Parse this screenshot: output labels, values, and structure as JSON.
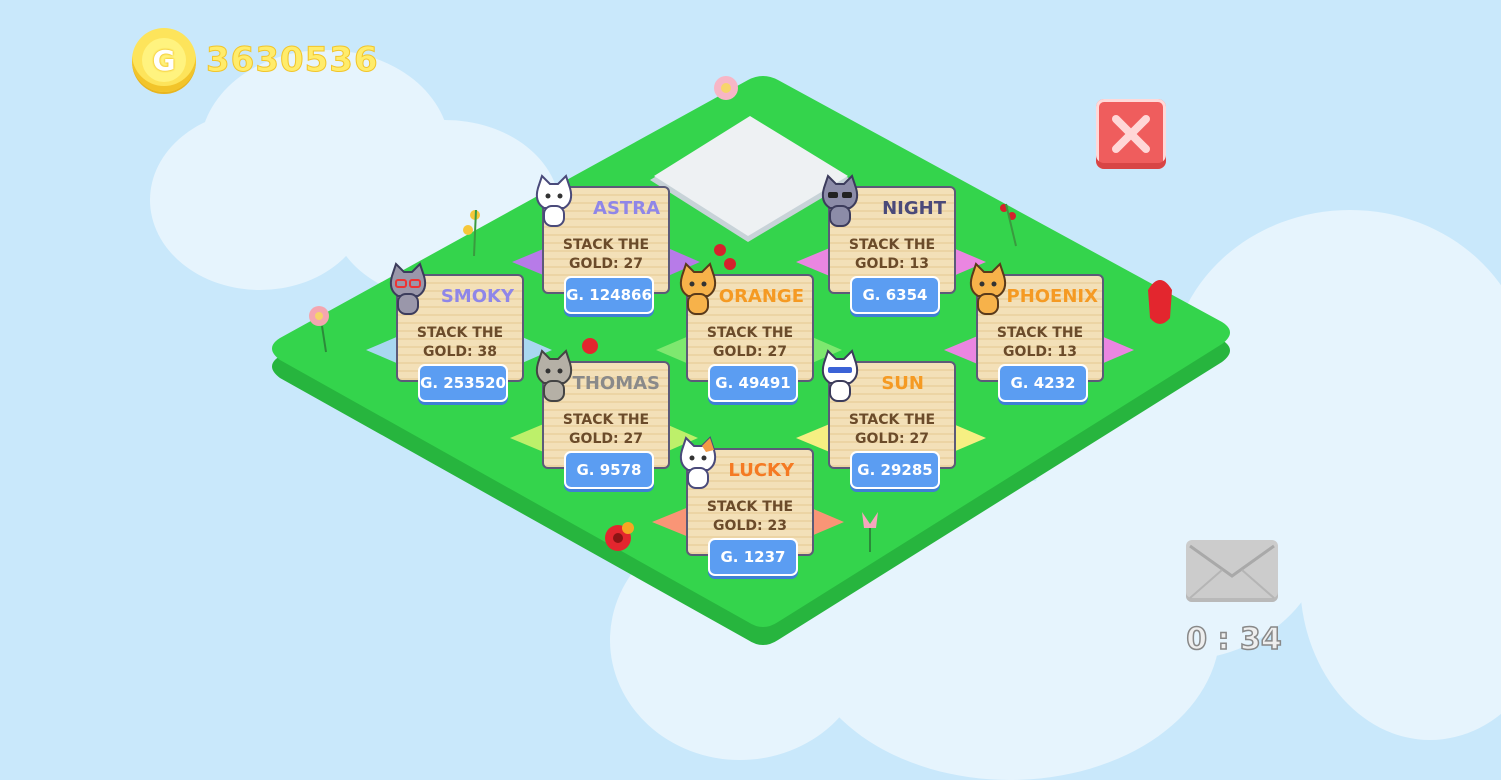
{
  "header": {
    "coin_icon_letter": "G",
    "gold_total": "3630536"
  },
  "close_button": {
    "icon": "close-icon",
    "color": "#ef5d5d"
  },
  "board_color": "#33d44b",
  "cards": [
    {
      "name": "ASTRA",
      "task_line1": "STACK THE",
      "task_line2": "GOLD: 27",
      "price": "G. 124866",
      "name_color": "#8f86e8",
      "cat": "white-cat"
    },
    {
      "name": "NIGHT",
      "task_line1": "STACK THE",
      "task_line2": "GOLD: 13",
      "price": "G. 6354",
      "name_color": "#4a4a7a",
      "cat": "grey-cat-sunglasses"
    },
    {
      "name": "SMOKY",
      "task_line1": "STACK THE",
      "task_line2": "GOLD: 38",
      "price": "G. 253520",
      "name_color": "#8f86e8",
      "cat": "grey-cat-glasses"
    },
    {
      "name": "ORANGE",
      "task_line1": "STACK THE",
      "task_line2": "GOLD: 27",
      "price": "G. 49491",
      "name_color": "#f59a23",
      "cat": "orange-cat"
    },
    {
      "name": "PHOENIX",
      "task_line1": "STACK THE",
      "task_line2": "GOLD: 13",
      "price": "G. 4232",
      "name_color": "#f59a23",
      "cat": "orange-cat"
    },
    {
      "name": "THOMAS",
      "task_line1": "STACK THE",
      "task_line2": "GOLD: 27",
      "price": "G. 9578",
      "name_color": "#8a8a8a",
      "cat": "tabby-cat"
    },
    {
      "name": "SUN",
      "task_line1": "STACK THE",
      "task_line2": "GOLD: 27",
      "price": "G. 29285",
      "name_color": "#f59a23",
      "cat": "calico-cat"
    },
    {
      "name": "LUCKY",
      "task_line1": "STACK THE",
      "task_line2": "GOLD: 23",
      "price": "G. 1237",
      "name_color": "#f57a23",
      "cat": "calico-cat"
    }
  ],
  "mail": {
    "icon": "envelope-icon",
    "timer": "0 : 34"
  }
}
